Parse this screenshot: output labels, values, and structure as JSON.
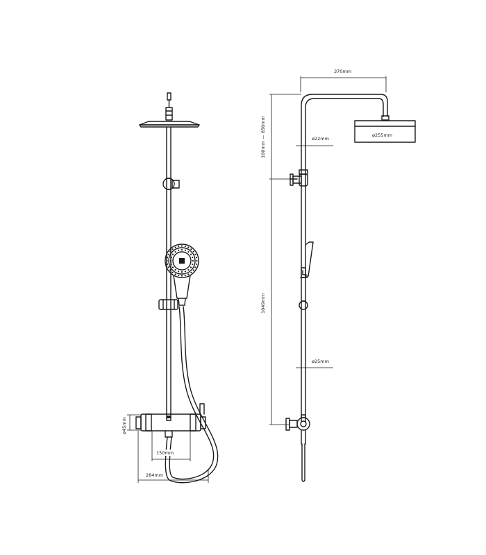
{
  "colors": {
    "line": "#1a1a1a",
    "background": "#ffffff"
  },
  "front_view": {
    "dim_shower_head_width": "370mm",
    "dim_shower_head_diameter": "ø255mm",
    "dim_pipe_diameter_top": "ø22mm",
    "dim_pipe_diameter_bottom": "ø25mm",
    "dim_height_range": "100mm — 650mm",
    "dim_total_height": "1049mm"
  },
  "side_view": {
    "dim_mixer_diameter": "ø45mm",
    "dim_center_distance": "150mm",
    "dim_mixer_width": "284mm"
  }
}
